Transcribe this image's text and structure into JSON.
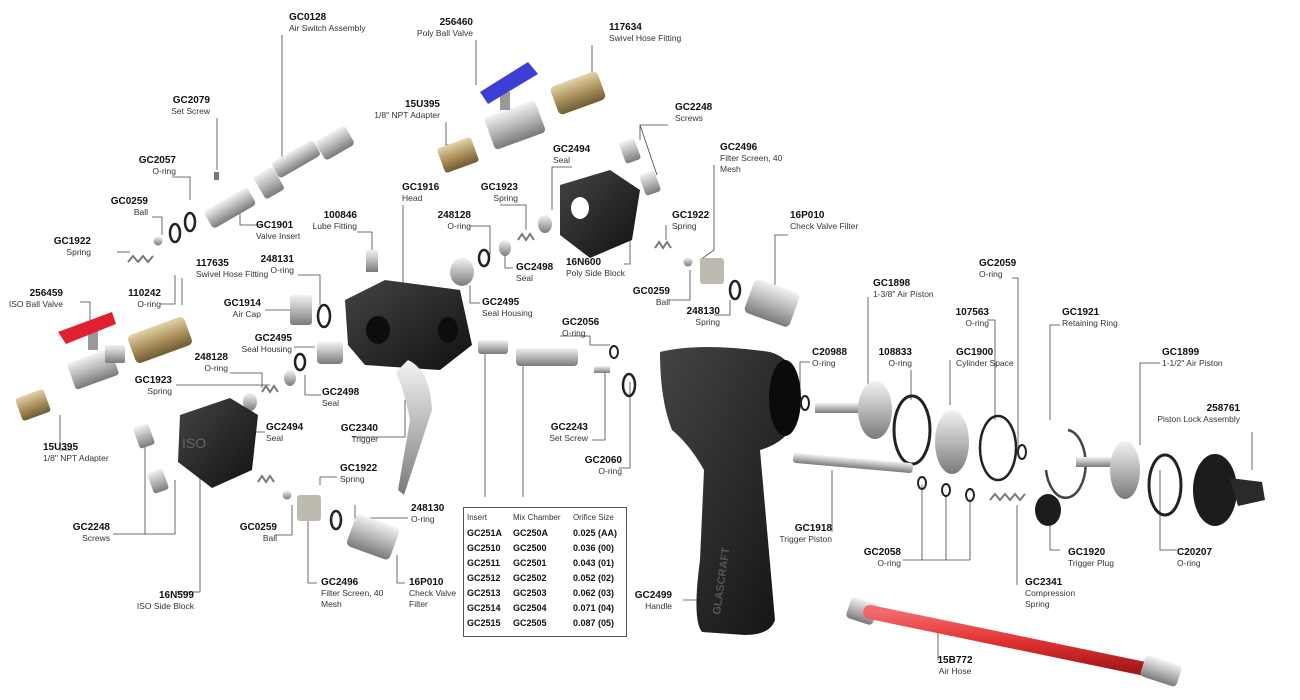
{
  "callouts": [
    {
      "pn": "GC0128",
      "desc": "Air Switch Assembly"
    },
    {
      "pn": "256460",
      "desc": "Poly Ball Valve"
    },
    {
      "pn": "117634",
      "desc": "Swivel Hose Fitting"
    },
    {
      "pn": "GC2079",
      "desc": "Set Screw"
    },
    {
      "pn": "15U395",
      "desc": "1/8\" NPT Adapter"
    },
    {
      "pn": "GC2248",
      "desc": "Screws"
    },
    {
      "pn": "GC2494",
      "desc": "Seal"
    },
    {
      "pn": "GC2496",
      "desc": "Filter Screen, 40 Mesh"
    },
    {
      "pn": "GC2057",
      "desc": "O-ring"
    },
    {
      "pn": "GC1923",
      "desc": "Spring"
    },
    {
      "pn": "GC1916",
      "desc": "Head"
    },
    {
      "pn": "GC0259",
      "desc": "Ball"
    },
    {
      "pn": "GC1901",
      "desc": "Valve Insert"
    },
    {
      "pn": "100846",
      "desc": "Lube Fitting"
    },
    {
      "pn": "248128",
      "desc": "O-ring"
    },
    {
      "pn": "GC1922",
      "desc": "Spring"
    },
    {
      "pn": "16P010",
      "desc": "Check Valve Filter"
    },
    {
      "pn": "GC1922",
      "desc": "Spring"
    },
    {
      "pn": "GC2498",
      "desc": "Seal"
    },
    {
      "pn": "16N600",
      "desc": "Poly Side Block"
    },
    {
      "pn": "248131",
      "desc": "O-ring"
    },
    {
      "pn": "GC2059",
      "desc": "O-ring"
    },
    {
      "pn": "256459",
      "desc": "ISO Ball Valve"
    },
    {
      "pn": "117635",
      "desc": "Swivel Hose Fitting"
    },
    {
      "pn": "110242",
      "desc": "O-ring"
    },
    {
      "pn": "GC0259",
      "desc": "Ball"
    },
    {
      "pn": "GC1898",
      "desc": "1-3/8\" Air Piston"
    },
    {
      "pn": "GC1914",
      "desc": "Air Cap"
    },
    {
      "pn": "GC2495",
      "desc": "Seal Housing"
    },
    {
      "pn": "248130",
      "desc": "Spring"
    },
    {
      "pn": "107563",
      "desc": "O-ring"
    },
    {
      "pn": "GC1921",
      "desc": "Retaining Ring"
    },
    {
      "pn": "GC2495",
      "desc": "Seal Housing"
    },
    {
      "pn": "GC2056",
      "desc": "O-ring"
    },
    {
      "pn": "108833",
      "desc": "O-ring"
    },
    {
      "pn": "GC1900",
      "desc": "Cylinder Space"
    },
    {
      "pn": "GC1899",
      "desc": "1-1/2\" Air Piston"
    },
    {
      "pn": "248128",
      "desc": "O-ring"
    },
    {
      "pn": "C20988",
      "desc": "O-ring"
    },
    {
      "pn": "GC1923",
      "desc": "Spring"
    },
    {
      "pn": "GC2498",
      "desc": "Seal"
    },
    {
      "pn": "258761",
      "desc": "Piston Lock Assembly"
    },
    {
      "pn": "GC2243",
      "desc": "Set Screw"
    },
    {
      "pn": "GC2494",
      "desc": "Seal"
    },
    {
      "pn": "GC2340",
      "desc": "Trigger"
    },
    {
      "pn": "15U395",
      "desc": "1/8\" NPT Adapter"
    },
    {
      "pn": "GC2060",
      "desc": "O-ring"
    },
    {
      "pn": "GC1922",
      "desc": "Spring"
    },
    {
      "pn": "248130",
      "desc": "O-ring"
    },
    {
      "pn": "GC1918",
      "desc": "Trigger Piston"
    },
    {
      "pn": "GC0259",
      "desc": "Ball"
    },
    {
      "pn": "GC2248",
      "desc": "Screws"
    },
    {
      "pn": "C20207",
      "desc": "O-ring"
    },
    {
      "pn": "GC2058",
      "desc": "O-ring"
    },
    {
      "pn": "GC1920",
      "desc": "Trigger Plug"
    },
    {
      "pn": "GC2496",
      "desc": "Filter Screen, 40 Mesh"
    },
    {
      "pn": "16P010",
      "desc": "Check Valve Filter"
    },
    {
      "pn": "GC2341",
      "desc": "Compression Spring"
    },
    {
      "pn": "16N599",
      "desc": "ISO Side Block"
    },
    {
      "pn": "GC2499",
      "desc": "Handle"
    },
    {
      "pn": "15B772",
      "desc": "Air Hose"
    }
  ],
  "orifice_table": {
    "headers": [
      "Insert",
      "Mix Chamber",
      "Orifice Size"
    ],
    "rows": [
      [
        "GC251A",
        "GC250A",
        "0.025 (AA)"
      ],
      [
        "GC2510",
        "GC2500",
        "0.036 (00)"
      ],
      [
        "GC2511",
        "GC2501",
        "0.043 (01)"
      ],
      [
        "GC2512",
        "GC2502",
        "0.052 (02)"
      ],
      [
        "GC2513",
        "GC2503",
        "0.062 (03)"
      ],
      [
        "GC2514",
        "GC2504",
        "0.071 (04)"
      ],
      [
        "GC2515",
        "GC2505",
        "0.087 (05)"
      ]
    ]
  },
  "handle_brand": "GLASCRAFT",
  "side_block_label": "ISO",
  "colors": {
    "poly_handle": "#3b3fd4",
    "iso_handle": "#e0202e",
    "brass": "#b09a6a",
    "body": "#1c1c1c",
    "hose": "#e23b3b",
    "steel": "#c8c8c8"
  }
}
